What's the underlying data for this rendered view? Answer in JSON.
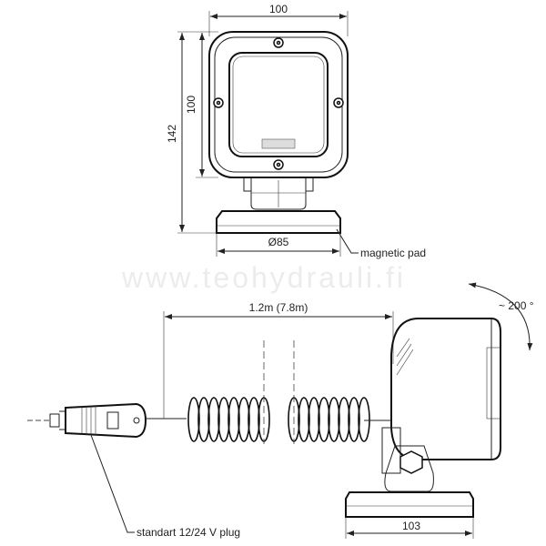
{
  "watermark": "www.teohydrauli.fi",
  "front_view": {
    "width_label": "100",
    "height_label": "100",
    "total_height_label": "142",
    "base_diameter_label": "Ø85",
    "magnetic_pad_label": "magnetic pad"
  },
  "side_view": {
    "cable_length_label": "1.2m (7.8m)",
    "rotation_label": "~ 200 °",
    "plug_label": "standart 12/24 V plug",
    "base_length_label": "103"
  }
}
